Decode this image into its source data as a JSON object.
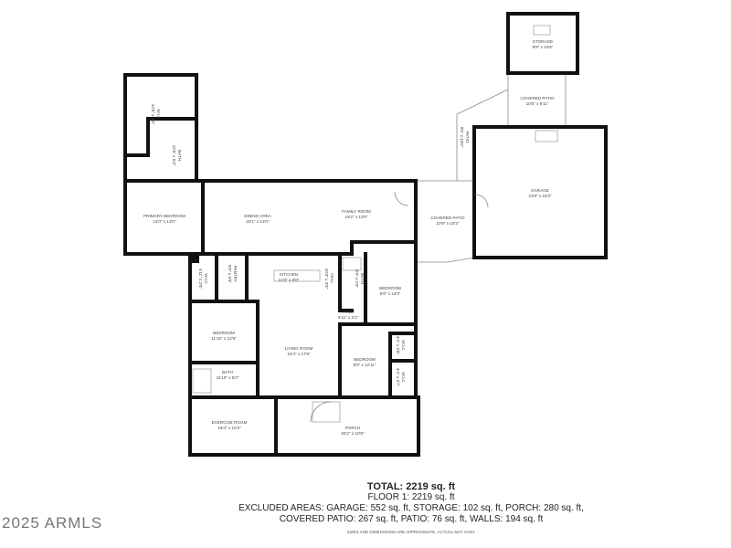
{
  "rooms": {
    "wic_primary": {
      "name": "W.I.C",
      "dim": "12'5\" x 9'8\""
    },
    "bath_primary": {
      "name": "BATH",
      "dim": "12'5\" x 5'3\""
    },
    "primary_bedroom": {
      "name": "PRIMARY BEDROOM",
      "dim": "14'0\" x 13'0\""
    },
    "dining": {
      "name": "DINING AREA",
      "dim": "20'1\" x 13'0\""
    },
    "family": {
      "name": "FAMILY ROOM",
      "dim": "19'2\" x 13'0\""
    },
    "covered_patio_1": {
      "name": "COVERED PATIO",
      "dim": "10'9\" x 15'2\""
    },
    "patio": {
      "name": "PATIO",
      "dim": "9'5\" x 13'0\""
    },
    "garage": {
      "name": "GARAGE",
      "dim": "23'8\" x 23'3\""
    },
    "storage": {
      "name": "STORAGE",
      "dim": "9'8\" x 10'5\""
    },
    "covered_patio_2": {
      "name": "COVERED PATIO",
      "dim": "10'8\" x 9'11\""
    },
    "wic_1": {
      "name": "W.I.C",
      "dim": "4'11\" x 2'8\""
    },
    "pantry": {
      "name": "PANTRY",
      "dim": "5'0\" x 3'8\""
    },
    "kitchen": {
      "name": "KITCHEN",
      "dim": "13'3\" x 9'0\""
    },
    "hall_1": {
      "name": "HALL",
      "dim": "10'3\" x 3'8\""
    },
    "bath_hall": {
      "name": "BATH",
      "dim": "8'9\" x 4'9\""
    },
    "bedroom_ne": {
      "name": "BEDROOM",
      "dim": "8'9\" x 13'3\""
    },
    "hall_2": {
      "name": "HALL",
      "dim": "4'11\" x 3'1\""
    },
    "bedroom_w": {
      "name": "BEDROOM",
      "dim": "11'10\" x 12'9\""
    },
    "living": {
      "name": "LIVING ROOM",
      "dim": "15'4\" x 17'8\""
    },
    "bedroom_e": {
      "name": "BEDROOM",
      "dim": "9'0\" x 12'11\""
    },
    "wic_2": {
      "name": "W.I.C",
      "dim": "4'4\" x 3'8\""
    },
    "wic_3": {
      "name": "W.I.C",
      "dim": "4'4\" x 3'7\""
    },
    "bath_w": {
      "name": "BATH",
      "dim": "11'10\" x 5'2\""
    },
    "exercise": {
      "name": "EXERCISE ROOM",
      "dim": "15'4\" x 10'3\""
    },
    "porch": {
      "name": "PORCH",
      "dim": "26'2\" x 10'9\""
    }
  },
  "summary": {
    "total": "TOTAL: 2219 sq. ft",
    "floor": "FLOOR 1: 2219 sq. ft",
    "excluded_1": "EXCLUDED AREAS: GARAGE: 552 sq. ft, STORAGE: 102 sq. ft, PORCH: 280 sq. ft,",
    "excluded_2": "COVERED PATIO: 267 sq. ft, PATIO: 76 sq. ft, WALLS: 194 sq. ft",
    "disclaimer": "SIZES AND DIMENSIONS ARE APPROXIMATE, ACTUAL MAY VARY."
  },
  "watermark": "2025 ARMLS"
}
